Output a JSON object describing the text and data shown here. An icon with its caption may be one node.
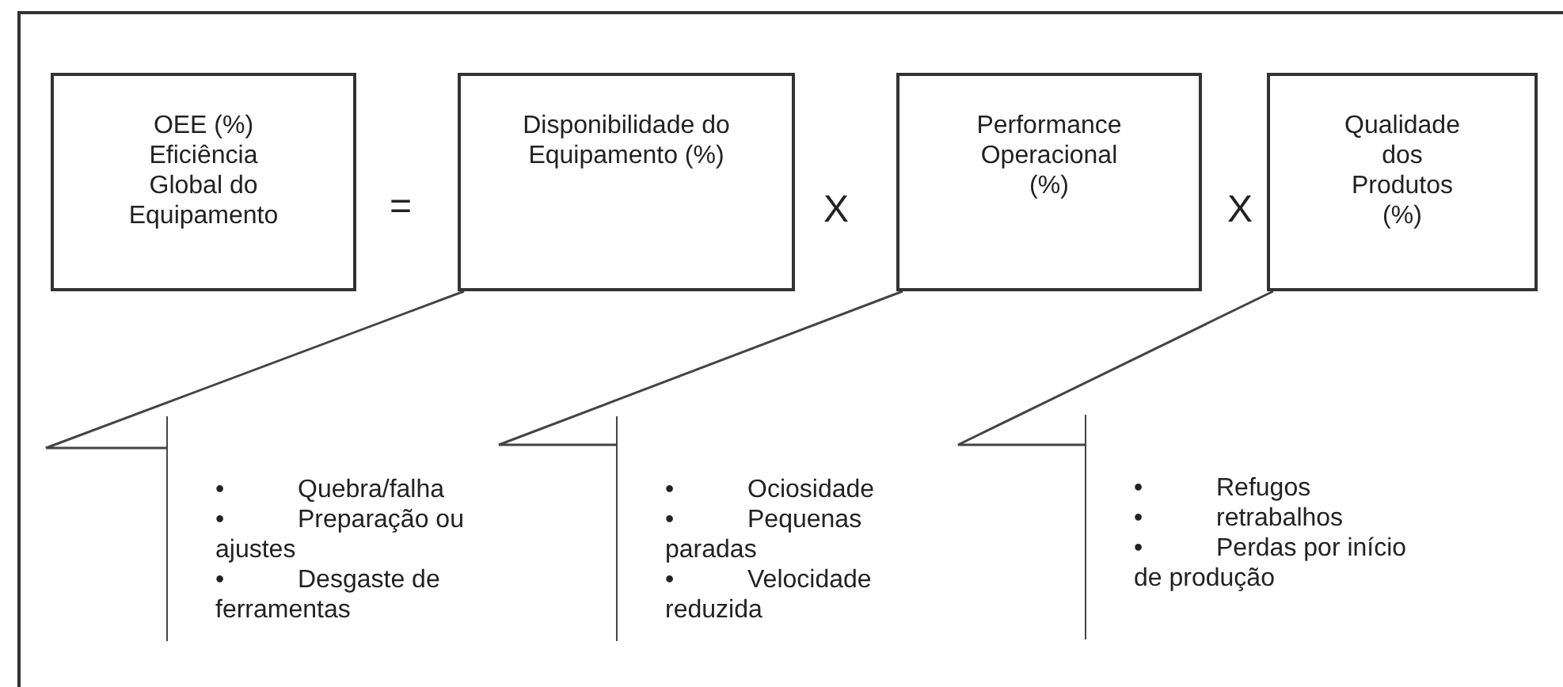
{
  "diagram": {
    "nodes": [
      {
        "text": [
          "OEE (%) Eficiência Global do Equipamento"
        ]
      },
      {
        "text": [
          "Disponibilidade do Equipamento (%)"
        ]
      },
      {
        "text": [
          "Performance Operacional (%)"
        ]
      },
      {
        "text": [
          "Qualidade dos Produtos (%)"
        ]
      },
      {
        "text": [
          "•\tQuebra/falha",
          "•\tPreparação ou ajustes",
          "•\tDesgaste de ferramentas"
        ]
      },
      {
        "text": [
          "•\tOciosidade",
          "•\tPequenas paradas",
          "•\tVelocidade reduzida"
        ]
      },
      {
        "text": [
          "•\tRefugos",
          "•\tretrabalhos",
          "•\tPerdas por início de produção"
        ]
      }
    ],
    "edges": [
      {
        "from": 4,
        "to": 1,
        "arrow": "none"
      },
      {
        "from": 5,
        "to": 2,
        "arrow": "none"
      },
      {
        "from": 6,
        "to": 3,
        "arrow": "none"
      }
    ],
    "labels": [
      "=",
      "X",
      "X"
    ]
  }
}
